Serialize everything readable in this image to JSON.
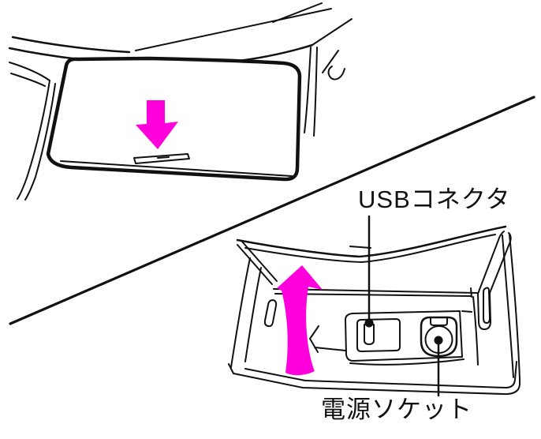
{
  "figure": {
    "title": "console-box-usb-power-diagram",
    "panel_closed": "lid closed — press point indicated by down arrow",
    "panel_open": "lid open — ports revealed, up arrow shows opening direction"
  },
  "labels": {
    "usb_connector": "USBコネクタ",
    "power_socket": "電源ソケット"
  },
  "colors": {
    "accent": "#FF00DC",
    "line": "#111111",
    "background": "#FFFFFF"
  }
}
